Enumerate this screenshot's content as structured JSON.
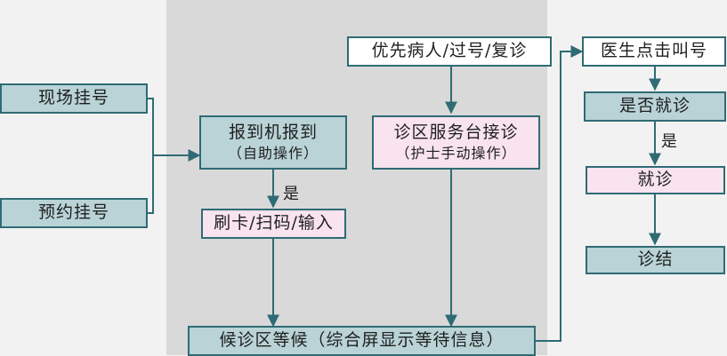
{
  "nodes": {
    "on_site": "现场挂号",
    "appointment": "预约挂号",
    "checkin_title": "报到机报到",
    "checkin_sub": "（自助操作）",
    "swipe": "刷卡/扫码/输入",
    "priority": "优先病人/过号/复诊",
    "desk_title": "诊区服务台接诊",
    "desk_sub": "（护士手动操作）",
    "waiting": "候诊区等候（综合屏显示等待信息）",
    "doctor_call": "医生点击叫号",
    "attend_q": "是否就诊",
    "attend": "就诊",
    "finish": "诊结"
  },
  "edge_labels": {
    "yes_checkin": "是",
    "yes_attend": "是"
  },
  "colors": {
    "stroke": "#2f6b74",
    "teal_fill": "#b9d3d6",
    "pink_fill": "#f8e3ef",
    "band": "#d9d9d9",
    "background": "#f2f2f2"
  }
}
